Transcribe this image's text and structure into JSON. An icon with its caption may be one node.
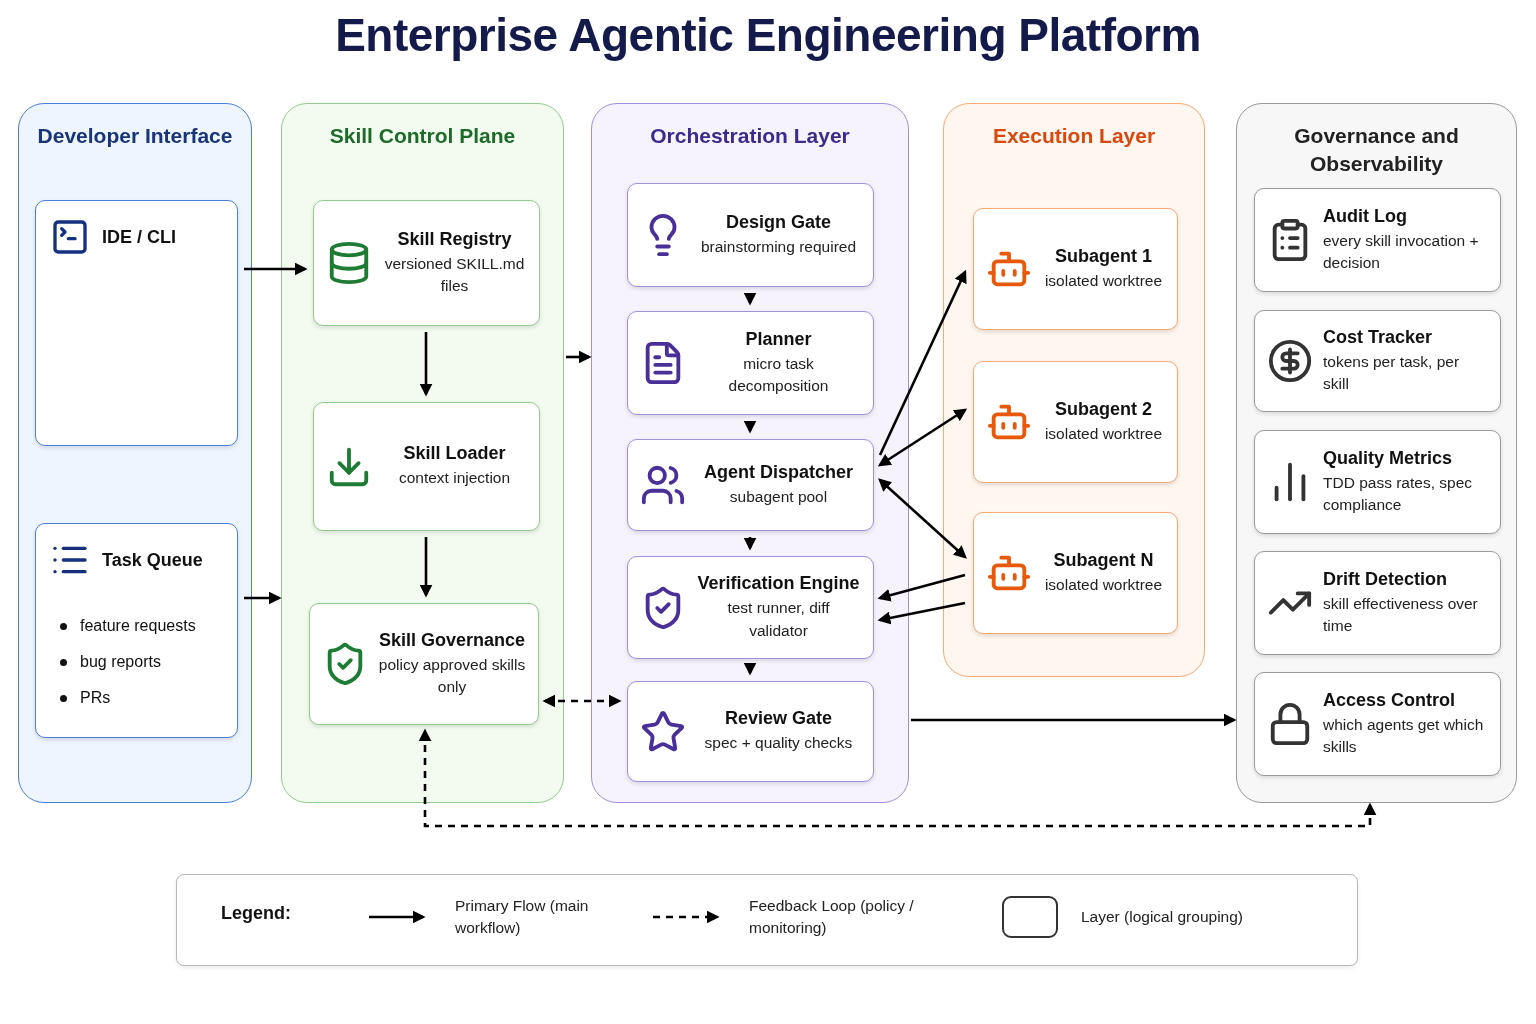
{
  "diagram": {
    "title": "Enterprise Agentic Engineering Platform",
    "nodes": [
      {
        "text": [
          "Developer Interface"
        ]
      },
      {
        "text": [
          "IDE / CLI"
        ],
        "in": 0
      },
      {
        "text": [
          "Task Queue",
          "feature requests",
          "bug reports",
          "PRs"
        ],
        "in": 0
      },
      {
        "text": [
          "Skill Control Plane"
        ]
      },
      {
        "text": [
          "Skill Registry",
          "versioned SKILL.md files"
        ],
        "in": 3
      },
      {
        "text": [
          "Skill Loader",
          "context injection"
        ],
        "in": 3
      },
      {
        "text": [
          "Skill Governance",
          "policy approved skills only"
        ],
        "in": 3
      },
      {
        "text": [
          "Orchestration Layer"
        ]
      },
      {
        "text": [
          "Design Gate",
          "brainstorming required"
        ],
        "in": 7
      },
      {
        "text": [
          "Planner",
          "micro task decomposition"
        ],
        "in": 7
      },
      {
        "text": [
          "Agent Dispatcher",
          "subagent pool"
        ],
        "in": 7
      },
      {
        "text": [
          "Verification Engine",
          "test runner, diff validator"
        ],
        "in": 7
      },
      {
        "text": [
          "Review Gate",
          "spec + quality checks"
        ],
        "in": 7
      },
      {
        "text": [
          "Execution Layer"
        ]
      },
      {
        "text": [
          "Subagent 1",
          "isolated worktree"
        ],
        "in": 13
      },
      {
        "text": [
          "Subagent 2",
          "isolated worktree"
        ],
        "in": 13
      },
      {
        "text": [
          "Subagent N",
          "isolated worktree"
        ],
        "in": 13
      },
      {
        "text": [
          "Governance and Observability"
        ]
      },
      {
        "text": [
          "Audit Log",
          "every skill invocation + decision"
        ],
        "in": 17
      },
      {
        "text": [
          "Cost Tracker",
          "tokens per task, per skill"
        ],
        "in": 17
      },
      {
        "text": [
          "Quality Metrics",
          "TDD pass rates, spec compliance"
        ],
        "in": 17
      },
      {
        "text": [
          "Drift Detection",
          "skill effectiveness over time"
        ],
        "in": 17
      },
      {
        "text": [
          "Access Control",
          "which agents get which skills"
        ],
        "in": 17
      }
    ],
    "edges": [
      {
        "from": 1,
        "to": 4,
        "arrow": "to"
      },
      {
        "from": 2,
        "to": 3,
        "arrow": "to"
      },
      {
        "from": 4,
        "to": 5,
        "arrow": "to"
      },
      {
        "from": 5,
        "to": 6,
        "arrow": "to"
      },
      {
        "from": 3,
        "to": 7,
        "arrow": "to"
      },
      {
        "from": 8,
        "to": 9,
        "arrow": "to"
      },
      {
        "from": 9,
        "to": 10,
        "arrow": "to"
      },
      {
        "from": 10,
        "to": 11,
        "arrow": "to"
      },
      {
        "from": 11,
        "to": 12,
        "arrow": "to"
      },
      {
        "from": 10,
        "to": 14,
        "arrow": "to"
      },
      {
        "from": 10,
        "to": 15,
        "arrow": "both"
      },
      {
        "from": 10,
        "to": 16,
        "arrow": "both"
      },
      {
        "from": 16,
        "to": 11,
        "arrow": "to"
      },
      {
        "from": 16,
        "to": 11,
        "arrow": "to"
      },
      {
        "from": 6,
        "to": 12,
        "arrow": "both",
        "style": "dashed"
      },
      {
        "from": 7,
        "to": 17,
        "arrow": "to"
      },
      {
        "from": 17,
        "to": 6,
        "arrow": "both",
        "style": "dashed"
      }
    ],
    "labels": [
      "Legend:"
    ],
    "legend": [
      {
        "text": "Primary Flow (main workflow)"
      },
      {
        "text": "Feedback Loop (policy / monitoring)"
      },
      {
        "text": "Layer (logical grouping)"
      }
    ]
  }
}
